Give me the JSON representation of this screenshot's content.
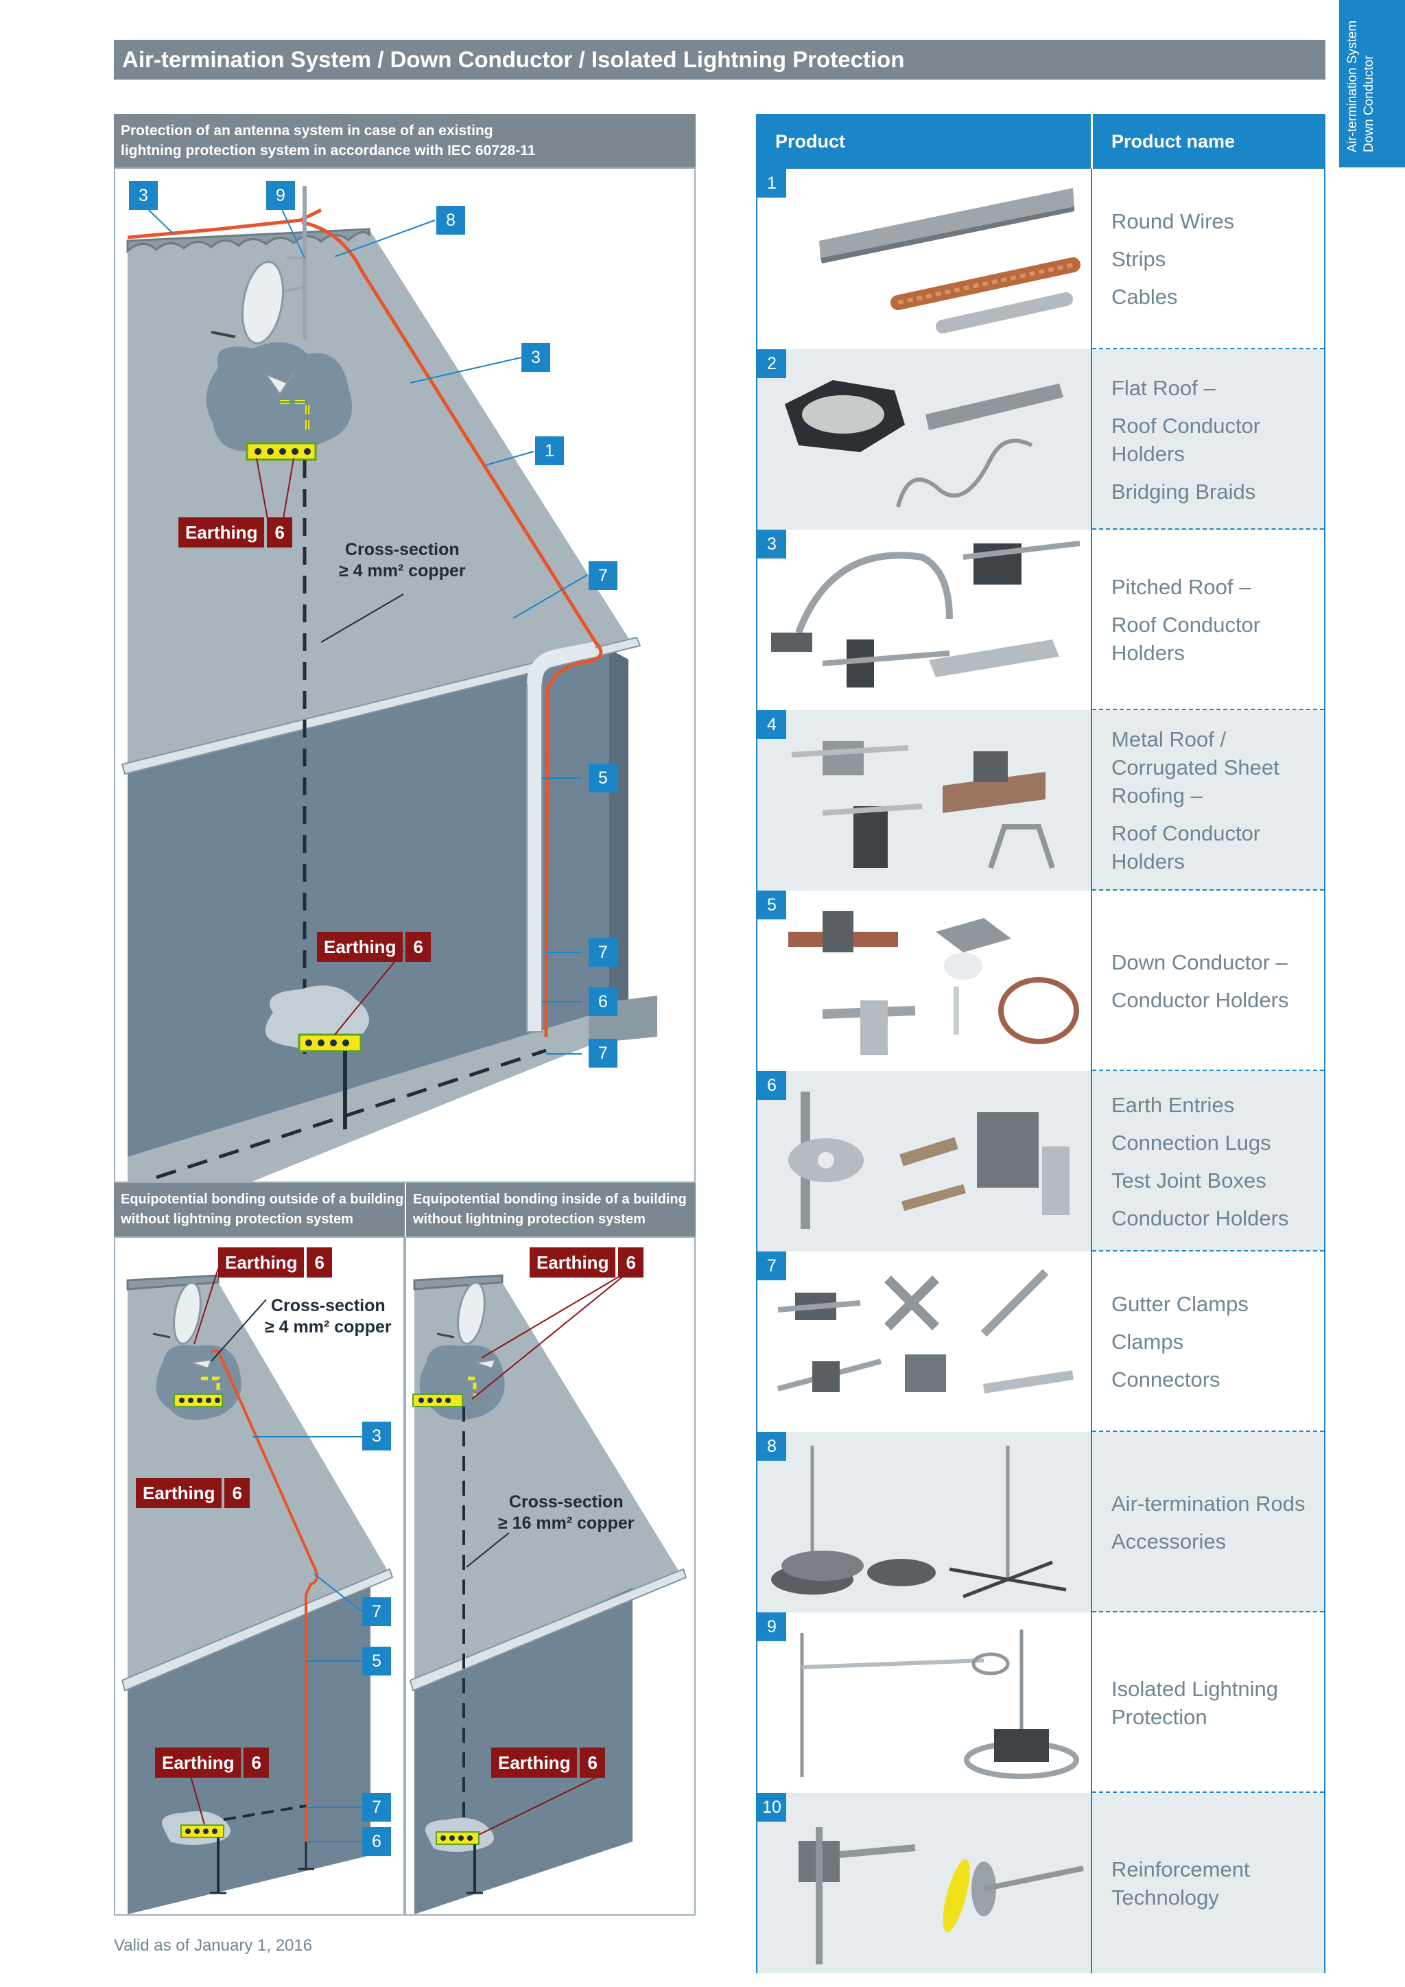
{
  "header": {
    "title": "Air-termination System / Down Conductor / Isolated Lightning Protection"
  },
  "side_tab": {
    "line1": "Air-termination System",
    "line2": "Down Conductor"
  },
  "diagram_main": {
    "caption_line1": "Protection of an antenna system in case of an existing",
    "caption_line2": "lightning protection system in accordance with IEC 60728-11",
    "cross_section_line1": "Cross-section",
    "cross_section_line2": "≥ 4 mm² copper",
    "earthing_label": "Earthing",
    "earthing_number": "6",
    "callouts": [
      "3",
      "9",
      "8",
      "3",
      "1",
      "7",
      "5",
      "7",
      "6",
      "7"
    ]
  },
  "diagram_outside": {
    "caption_line1": "Equipotential bonding outside of a building",
    "caption_line2": "without lightning protection system",
    "cross_section_line1": "Cross-section",
    "cross_section_line2": "≥ 4 mm² copper",
    "earthing_label": "Earthing",
    "earthing_number": "6",
    "callouts": [
      "3",
      "7",
      "5",
      "7",
      "6"
    ]
  },
  "diagram_inside": {
    "caption_line1": "Equipotential bonding inside of a building",
    "caption_line2": "without lightning protection system",
    "cross_section_line1": "Cross-section",
    "cross_section_line2": "≥ 16 mm² copper",
    "earthing_label": "Earthing",
    "earthing_number": "6"
  },
  "table": {
    "col_product": "Product",
    "col_name": "Product name",
    "rows": [
      {
        "num": "1",
        "names": [
          "Round Wires",
          "Strips",
          "Cables"
        ]
      },
      {
        "num": "2",
        "names": [
          "Flat Roof –",
          "Roof Conductor Holders",
          "Bridging Braids"
        ]
      },
      {
        "num": "3",
        "names": [
          "Pitched Roof –",
          "Roof Conductor Holders"
        ]
      },
      {
        "num": "4",
        "names": [
          "Metal Roof / Corrugated Sheet Roofing –",
          "Roof Conductor Holders"
        ]
      },
      {
        "num": "5",
        "names": [
          "Down Conductor –",
          "Conductor Holders"
        ]
      },
      {
        "num": "6",
        "names": [
          "Earth Entries",
          "Connection Lugs",
          "Test Joint Boxes",
          "Conductor Holders"
        ]
      },
      {
        "num": "7",
        "names": [
          "Gutter Clamps",
          "Clamps",
          "Connectors"
        ]
      },
      {
        "num": "8",
        "names": [
          "Air-termination Rods",
          "Accessories"
        ]
      },
      {
        "num": "9",
        "names": [
          "Isolated Lightning Protection"
        ]
      },
      {
        "num": "10",
        "names": [
          "Reinforcement Technology"
        ]
      }
    ]
  },
  "footer": {
    "text": "Valid as of January 1, 2016"
  },
  "colors": {
    "accent_blue": "#1a86c8",
    "header_grey": "#7b8891",
    "earthing_red": "#8b1515",
    "conductor_orange": "#e8542a",
    "row_tint": "#e6ebee"
  }
}
